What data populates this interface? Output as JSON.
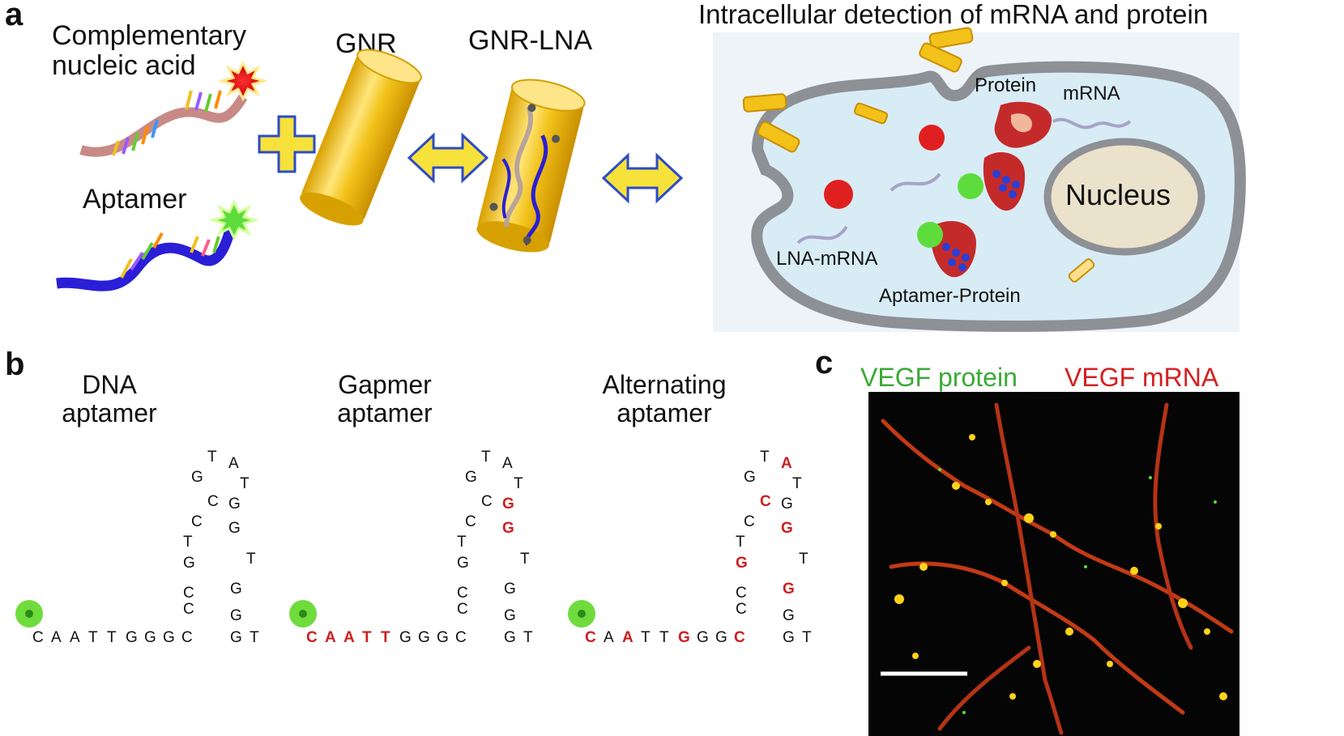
{
  "panel_a": {
    "letter": "a",
    "complementary_label_1": "Complementary",
    "complementary_label_2": "nucleic  acid",
    "aptamer_label": "Aptamer",
    "gnr_label": "GNR",
    "gnr_lna_label": "GNR-LNA",
    "cell_title": "Intracellular  detection  of mRNA and protein",
    "protein_label": "Protein",
    "mrna_label": "mRNA",
    "nucleus_label": "Nucleus",
    "lna_mrna_label": "LNA-mRNA",
    "aptamer_protein_label": "Aptamer-Protein"
  },
  "panel_b": {
    "letter": "b",
    "aptamers": [
      {
        "title_1": "DNA",
        "title_2": "aptamer"
      },
      {
        "title_1": "Gapmer",
        "title_2": "aptamer"
      },
      {
        "title_1": "Alternating",
        "title_2": "aptamer"
      }
    ],
    "stem_sequence": [
      "C",
      "A",
      "A",
      "T",
      "T",
      "G",
      "G",
      "G",
      "C"
    ],
    "hairpin_left": [
      "C",
      "C",
      "G",
      "T",
      "C",
      "C",
      "G",
      "T"
    ],
    "hairpin_right": [
      "A",
      "T",
      "G",
      "G",
      "T",
      "G",
      "G",
      "G",
      "T"
    ],
    "highlight_color": "#cc1f1f"
  },
  "panel_c": {
    "letter": "c",
    "green_label": "VEGF protein",
    "red_label": "VEGF mRNA",
    "green_color": "#3aaa35",
    "red_color": "#d42020"
  }
}
